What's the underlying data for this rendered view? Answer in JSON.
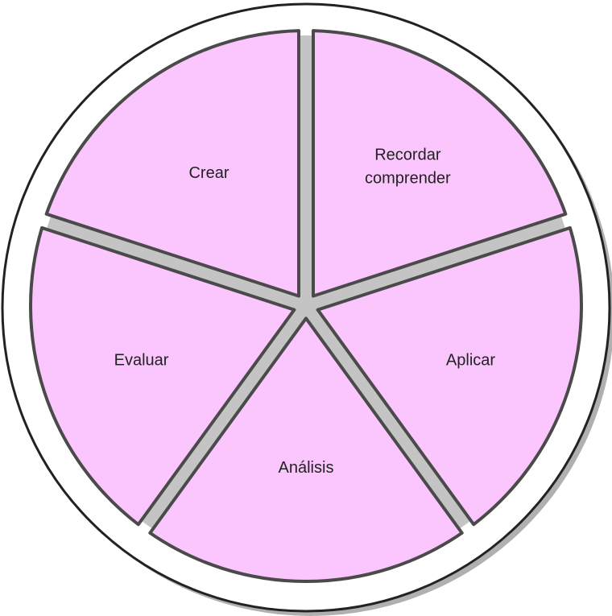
{
  "diagram": {
    "segments": [
      {
        "label_lines": [
          "Recordar",
          "comprender"
        ]
      },
      {
        "label_lines": [
          "Aplicar"
        ]
      },
      {
        "label_lines": [
          "Análisis"
        ]
      },
      {
        "label_lines": [
          "Evaluar"
        ]
      },
      {
        "label_lines": [
          "Crear"
        ]
      }
    ],
    "colors": {
      "segment_fill": "#fbc6fd",
      "segment_stroke": "#4a4a4a",
      "channel": "#c4c4c4",
      "outer_fill": "#ffffff",
      "shadow": "#b0b0b0"
    }
  }
}
